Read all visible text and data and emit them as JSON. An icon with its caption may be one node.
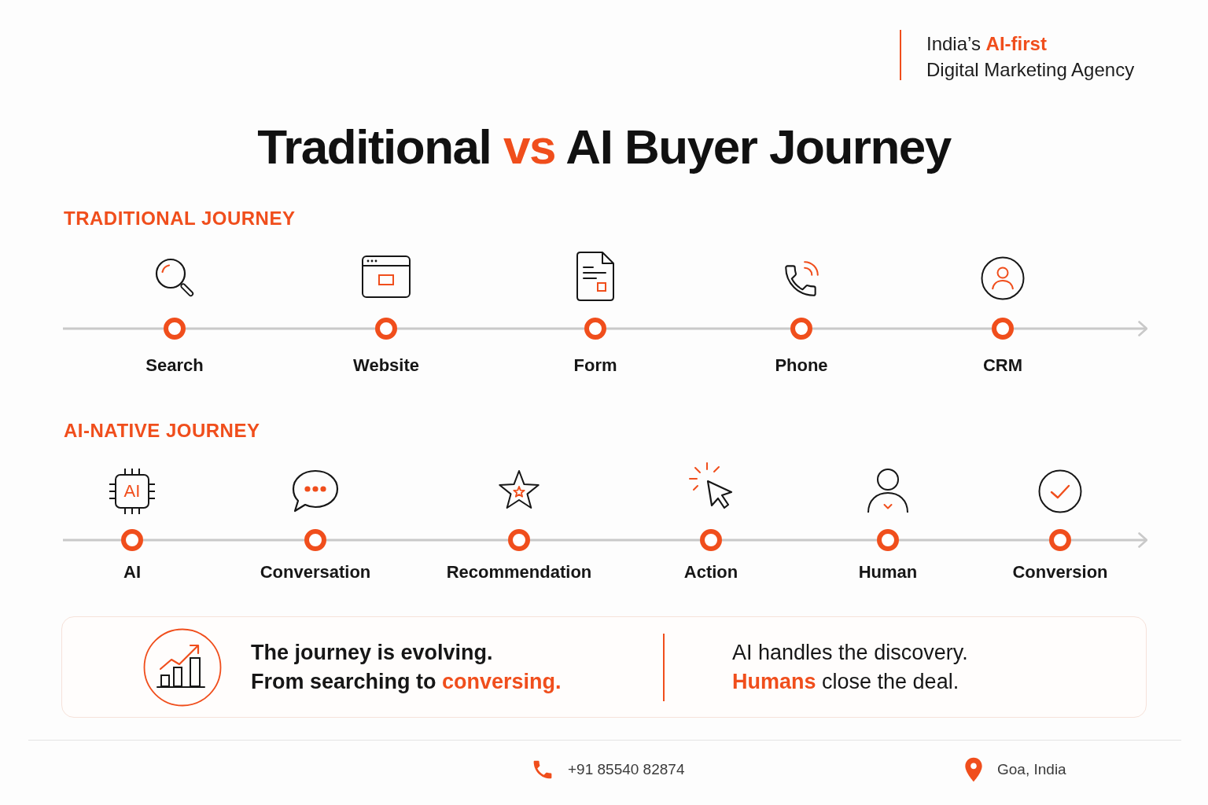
{
  "diagram": {
    "title": "Traditional **vs** AI Buyer Journey",
    "nodes": [
      {
        "text": [],
        "shape": "circle",
        "beside": [
          "Search"
        ]
      },
      {
        "text": [],
        "shape": "circle",
        "beside": [
          "Website"
        ]
      },
      {
        "text": [],
        "shape": "circle",
        "beside": [
          "Form"
        ]
      },
      {
        "text": [],
        "shape": "circle",
        "beside": [
          "Phone"
        ]
      },
      {
        "text": [],
        "shape": "circle",
        "beside": [
          "CRM"
        ]
      },
      {
        "text": [
          "AI"
        ]
      },
      {
        "text": [],
        "shape": "circle",
        "beside": [
          "AI"
        ]
      },
      {
        "text": [],
        "shape": "circle",
        "beside": [
          "Conversation"
        ]
      },
      {
        "text": [],
        "shape": "circle",
        "beside": [
          "Recommendation"
        ]
      },
      {
        "text": [],
        "shape": "circle",
        "beside": [
          "Action"
        ]
      },
      {
        "text": [],
        "shape": "circle",
        "beside": [
          "Human"
        ]
      },
      {
        "text": [],
        "shape": "circle",
        "beside": [
          "Conversion"
        ]
      },
      {
        "text": [
          "The journey is evolving. From searching to **conversing.**",
          "AI handles the discovery. **Humans** close the deal."
        ]
      }
    ],
    "edges": [
      {
        "from": null,
        "to": 0,
        "arrow": "none"
      },
      {
        "from": 0,
        "to": 1,
        "arrow": "none"
      },
      {
        "from": 1,
        "to": 2,
        "arrow": "none"
      },
      {
        "from": 2,
        "to": 3,
        "arrow": "none"
      },
      {
        "from": 3,
        "to": 4,
        "arrow": "none"
      },
      {
        "from": 4,
        "to": null,
        "arrow": "to"
      },
      {
        "from": null,
        "to": 6,
        "arrow": "none"
      },
      {
        "from": 6,
        "to": 7,
        "arrow": "none"
      },
      {
        "from": 7,
        "to": 8,
        "arrow": "none"
      },
      {
        "from": 8,
        "to": 9,
        "arrow": "none"
      },
      {
        "from": 9,
        "to": 10,
        "arrow": "none"
      },
      {
        "from": 10,
        "to": 11,
        "arrow": "none"
      },
      {
        "from": 11,
        "to": null,
        "arrow": "to"
      }
    ],
    "labels": [
      "India’s **AI-first**",
      "Digital Marketing Agency",
      "TRADITIONAL JOURNEY",
      "AI-NATIVE JOURNEY",
      "+91 85540 82874",
      "Goa, India"
    ]
  }
}
